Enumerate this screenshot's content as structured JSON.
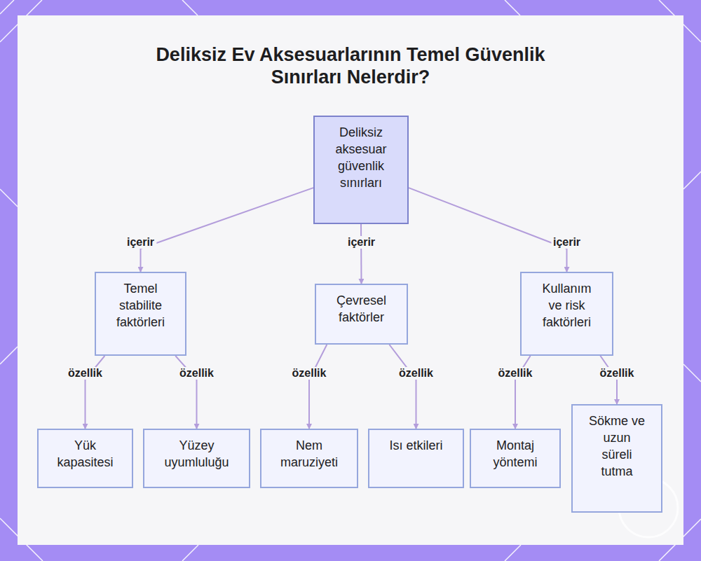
{
  "diagram": {
    "title": "Deliksiz Ev Aksesuarlarının Temel Güvenlik Sınırları Nelerdir?",
    "nodes": [
      {
        "text": [
          "Deliksiz aksesuar güvenlik sınırları"
        ]
      },
      {
        "text": [
          "Temel stabilite faktörleri"
        ]
      },
      {
        "text": [
          "Çevresel faktörler"
        ]
      },
      {
        "text": [
          "Kullanım ve risk faktörleri"
        ]
      },
      {
        "text": [
          "Yük kapasitesi"
        ]
      },
      {
        "text": [
          "Yüzey uyumluluğu"
        ]
      },
      {
        "text": [
          "Nem maruziyeti"
        ]
      },
      {
        "text": [
          "Isı etkileri"
        ]
      },
      {
        "text": [
          "Montaj yöntemi"
        ]
      },
      {
        "text": [
          "Sökme ve uzun süreli tutma"
        ]
      }
    ],
    "edges": [
      {
        "from": 0,
        "to": 1,
        "label": "içerir",
        "arrow": "to"
      },
      {
        "from": 0,
        "to": 2,
        "label": "içerir",
        "arrow": "to"
      },
      {
        "from": 0,
        "to": 3,
        "label": "içerir",
        "arrow": "to"
      },
      {
        "from": 1,
        "to": 4,
        "label": "özellik",
        "arrow": "to"
      },
      {
        "from": 1,
        "to": 5,
        "label": "özellik",
        "arrow": "to"
      },
      {
        "from": 2,
        "to": 6,
        "label": "özellik",
        "arrow": "to"
      },
      {
        "from": 2,
        "to": 7,
        "label": "özellik",
        "arrow": "to"
      },
      {
        "from": 3,
        "to": 8,
        "label": "özellik",
        "arrow": "to"
      },
      {
        "from": 3,
        "to": 9,
        "label": "özellik",
        "arrow": "to"
      }
    ]
  }
}
